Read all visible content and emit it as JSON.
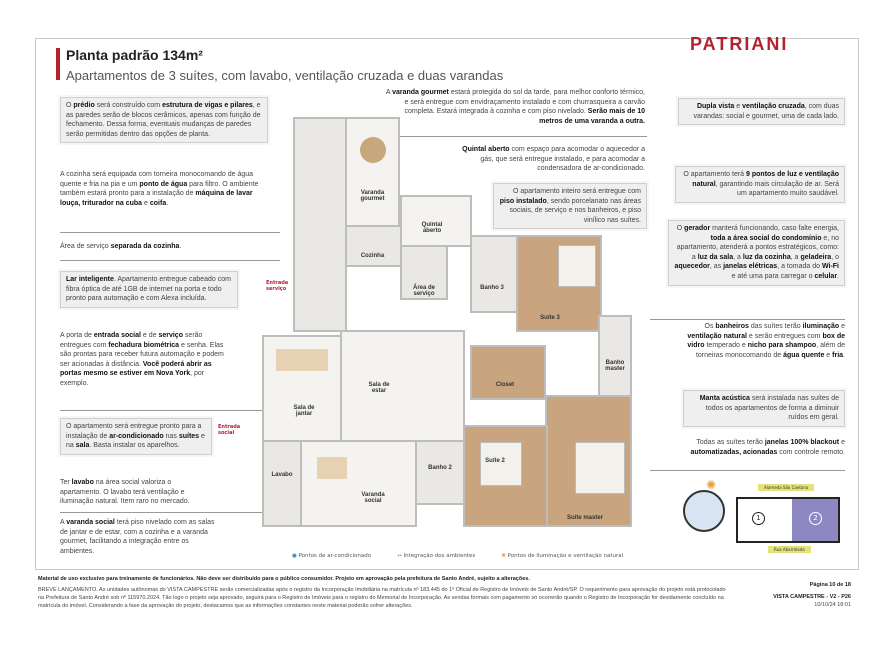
{
  "header": {
    "title": "Planta padrão 134m²",
    "subtitle": "Apartamentos de 3 suítes, com lavabo, ventilação cruzada e duas varandas",
    "logo": "PATRIANI",
    "brand_color": "#b5202e"
  },
  "left_notes": [
    {
      "id": "predio",
      "boxed": true,
      "segments": [
        [
          "O ",
          0
        ],
        [
          "prédio",
          1
        ],
        [
          " será construído com ",
          0
        ],
        [
          "estrutura de vigas e pilares",
          1
        ],
        [
          ", e as paredes serão de blocos cerâmicos, apenas com função de fechamento. Dessa forma, eventuais mudanças de paredes serão permitidas dentro das opções de planta.",
          0
        ]
      ]
    },
    {
      "id": "cozinha",
      "boxed": false,
      "segments": [
        [
          "A cozinha será equipada com torneira monocomando de água quente e fria na pia e um ",
          0
        ],
        [
          "ponto de água",
          1
        ],
        [
          " para filtro. O ambiente também estará pronto para a instalação de ",
          0
        ],
        [
          "máquina de lavar louça, triturador na cuba",
          1
        ],
        [
          " e ",
          0
        ],
        [
          "coifa",
          1
        ],
        [
          ".",
          0
        ]
      ]
    },
    {
      "id": "servico",
      "boxed": false,
      "segments": [
        [
          "Área de serviço ",
          0
        ],
        [
          "separada da cozinha",
          1
        ],
        [
          ".",
          0
        ]
      ]
    },
    {
      "id": "lar",
      "boxed": true,
      "segments": [
        [
          "Lar inteligente",
          1
        ],
        [
          ". Apartamento entregue cabeado com fibra óptica de até 1GB de internet na porta e todo pronto para automação e com Alexa incluída.",
          0
        ]
      ]
    },
    {
      "id": "porta",
      "boxed": false,
      "segments": [
        [
          "A porta de ",
          0
        ],
        [
          "entrada social",
          1
        ],
        [
          " e de ",
          0
        ],
        [
          "serviço",
          1
        ],
        [
          " serão entregues com ",
          0
        ],
        [
          "fechadura biométrica",
          1
        ],
        [
          " e senha. Elas são prontas para receber futura automação e podem ser acionadas à distância. ",
          0
        ],
        [
          "Você poderá abrir as portas mesmo se estiver em Nova York",
          1
        ],
        [
          ", por exemplo.",
          0
        ]
      ]
    },
    {
      "id": "ar",
      "boxed": true,
      "segments": [
        [
          "O apartamento será entregue pronto para a instalação de ",
          0
        ],
        [
          "ar-condicionado",
          1
        ],
        [
          " nas ",
          0
        ],
        [
          "suítes",
          1
        ],
        [
          " e na ",
          0
        ],
        [
          "sala",
          1
        ],
        [
          ". Basta instalar os aparelhos.",
          0
        ]
      ]
    },
    {
      "id": "lavabo",
      "boxed": false,
      "segments": [
        [
          "Ter ",
          0
        ],
        [
          "lavabo",
          1
        ],
        [
          " na área social valoriza o apartamento. O lavabo terá ventilação e iluminação natural. Item raro no mercado.",
          0
        ]
      ]
    },
    {
      "id": "varanda-social",
      "boxed": false,
      "segments": [
        [
          "A ",
          0
        ],
        [
          "varanda social",
          1
        ],
        [
          " terá piso nivelado com as salas de jantar e de estar, com a cozinha e a varanda gourmet, facilitando a integração entre os ambientes.",
          0
        ]
      ]
    }
  ],
  "center_notes": [
    {
      "id": "gourmet",
      "boxed": false,
      "segments": [
        [
          "A ",
          0
        ],
        [
          "varanda gourmet",
          1
        ],
        [
          " estará protegida do sol da tarde, para melhor conforto térmico, e será entregue com envidraçamento instalado e com churrasqueira a carvão completa. Estará integrada à cozinha e com piso nivelado. ",
          0
        ],
        [
          "Serão mais de 10 metros de uma varanda a outra.",
          1
        ]
      ]
    },
    {
      "id": "quintal",
      "boxed": false,
      "segments": [
        [
          "Quintal aberto",
          1
        ],
        [
          " com espaço para acomodar o aquecedor a gás, que será entregue instalado, e para acomodar a condensadora de ar-condicionado.",
          0
        ]
      ]
    },
    {
      "id": "piso",
      "boxed": true,
      "segments": [
        [
          "O apartamento inteiro será entregue com ",
          0
        ],
        [
          "piso instalado",
          1
        ],
        [
          ", sendo porcelanato nas áreas sociais, de serviço e nos banheiros, e piso vinílico nas suítes.",
          0
        ]
      ]
    }
  ],
  "right_notes": [
    {
      "id": "dupla",
      "boxed": true,
      "segments": [
        [
          "Dupla vista",
          1
        ],
        [
          " e ",
          0
        ],
        [
          "ventilação cruzada",
          1
        ],
        [
          ", com duas varandas: social e gourmet, uma de cada lado.",
          0
        ]
      ]
    },
    {
      "id": "luz",
      "boxed": true,
      "segments": [
        [
          "O apartamento terá ",
          0
        ],
        [
          "9 pontos de luz e ventilação natural",
          1
        ],
        [
          ", garantindo mais circulação de ar. Será um apartamento muito saudável.",
          0
        ]
      ]
    },
    {
      "id": "gerador",
      "boxed": true,
      "segments": [
        [
          "O ",
          0
        ],
        [
          "gerador",
          1
        ],
        [
          " manterá funcionando, caso falte energia, ",
          0
        ],
        [
          "toda a área social do condomínio",
          1
        ],
        [
          " e, no apartamento, atenderá a pontos estratégicos, como: a ",
          0
        ],
        [
          "luz da sala",
          1
        ],
        [
          ", a ",
          0
        ],
        [
          "luz da cozinha",
          1
        ],
        [
          ", a ",
          0
        ],
        [
          "geladeira",
          1
        ],
        [
          ", o ",
          0
        ],
        [
          "aquecedor",
          1
        ],
        [
          ", as ",
          0
        ],
        [
          "janelas elétricas",
          1
        ],
        [
          ", a tomada do ",
          0
        ],
        [
          "Wi-Fi",
          1
        ],
        [
          " e até uma para carregar o ",
          0
        ],
        [
          "celular",
          1
        ],
        [
          ".",
          0
        ]
      ]
    },
    {
      "id": "banheiros",
      "boxed": false,
      "segments": [
        [
          "Os ",
          0
        ],
        [
          "banheiros",
          1
        ],
        [
          " das suítes terão ",
          0
        ],
        [
          "iluminação",
          1
        ],
        [
          " e ",
          0
        ],
        [
          "ventilação natural",
          1
        ],
        [
          " e serão entregues com ",
          0
        ],
        [
          "box de vidro",
          1
        ],
        [
          " temperado e ",
          0
        ],
        [
          "nicho para shampoo",
          1
        ],
        [
          ", além de torneiras monocomando de ",
          0
        ],
        [
          "água quente",
          1
        ],
        [
          " e ",
          0
        ],
        [
          "fria",
          1
        ],
        [
          ".",
          0
        ]
      ]
    },
    {
      "id": "manta",
      "boxed": true,
      "segments": [
        [
          "Manta acústica",
          1
        ],
        [
          " será instalada nas suítes de todos os apartamentos de forma a diminuir ruídos em geral.",
          0
        ]
      ]
    },
    {
      "id": "janelas",
      "boxed": false,
      "segments": [
        [
          "Todas as suítes terão ",
          0
        ],
        [
          "janelas 100% blackout",
          1
        ],
        [
          " e ",
          0
        ],
        [
          "automatizadas, acionadas",
          1
        ],
        [
          " com controle remoto.",
          0
        ]
      ]
    }
  ],
  "plan": {
    "rooms": {
      "varanda_gourmet": "Varanda gourmet",
      "quintal": "Quintal aberto",
      "cozinha": "Cozinha",
      "servico": "Área de serviço",
      "banho3": "Banho 3",
      "suite3": "Suíte 3",
      "banho_master": "Banho master",
      "closet": "Closet",
      "suite_master": "Suíte master",
      "suite2": "Suíte 2",
      "banho2": "Banho 2",
      "sala_estar": "Sala de estar",
      "sala_jantar": "Sala de jantar",
      "lavabo": "Lavabo",
      "varanda_social": "Varanda social"
    },
    "entrada_servico": "Entrada serviço",
    "entrada_social": "Entrada social",
    "legend": [
      "Pontos de ar-condicionado",
      "Integração dos ambientes",
      "Pontos de iluminação e ventilação natural"
    ],
    "site_streets": [
      "Alameda São Caetano",
      "Rua Abarrelada"
    ],
    "site_towers": [
      "1",
      "2"
    ]
  },
  "footer": {
    "disclaimer": "Material de uso exclusivo para treinamento de funcionários. Não deve ser distribuído para o público consumidor. Projeto em aprovação pela prefeitura de Santo André, sujeito a alterações.",
    "legal": "BREVE LANÇAMENTO. As unidades autônomas do VISTA CAMPESTRE serão comercializadas após o registro da Incorporação Imobiliária na matrícula nº 183.445 do 1º Oficial de Registro de Imóveis de Santo André/SP. O requerimento para aprovação do projeto está protocolado na Prefeitura de Santo André sob nº 115970.2024. Tão logo o projeto seja aprovado, seguirá para o Registro de Imóveis para o registro do Memorial de Incorporação. As vendas formais com pagamento só ocorrerão quando o Registro de Incorporação for devidamente concluído na matrícula do imóvel. Considerando a fase da aprovação do projeto, destacamos que as informações constantes neste material poderão sofrer alterações.",
    "page": "Página 10 de 18",
    "doc": "VISTA CAMPESTRE - V2 - P26",
    "date": "10/10/24 18:01"
  }
}
